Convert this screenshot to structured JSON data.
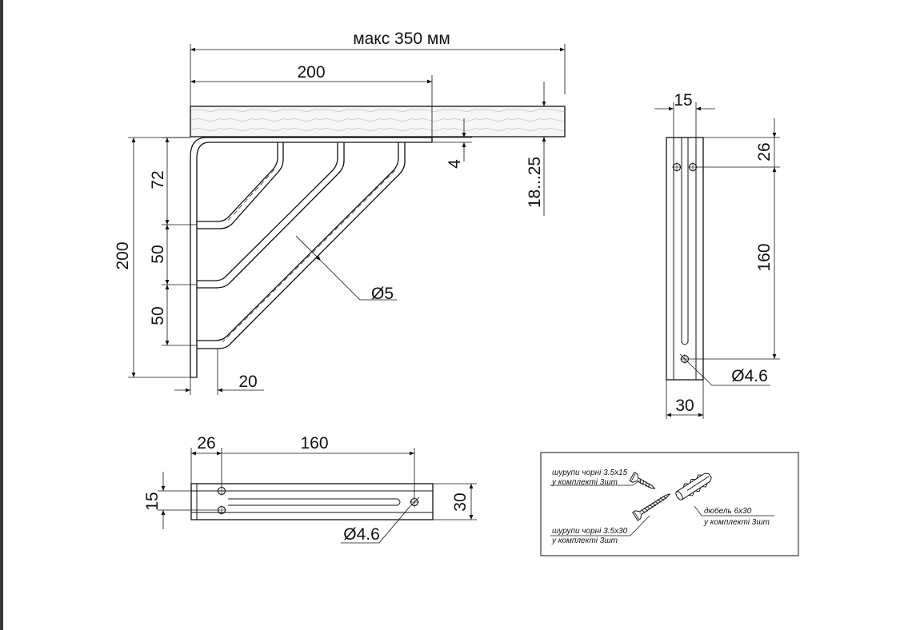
{
  "dimensions": {
    "max_length": "макс 350 мм",
    "shelf_depth": "200",
    "plate_thickness": "4",
    "shelf_thickness": "18...25",
    "dim_72": "72",
    "dim_50_upper": "50",
    "dim_50_lower": "50",
    "bracket_height": "200",
    "rod_diameter": "Ø5",
    "base_width": "20",
    "side_width_top": "15",
    "side_hole_offset": "26",
    "side_slot_length": "160",
    "side_hole_diameter": "Ø4.6",
    "side_width_bottom": "30",
    "top_offset": "26",
    "top_length": "160",
    "top_hole_spacing": "15",
    "top_width": "30",
    "top_hole_diameter": "Ø4.6"
  },
  "hardware": {
    "screw_short_line1": "шурупи чорні 3.5x15",
    "screw_short_line2": "у комплекті 3шт",
    "screw_long_line1": "шурупи чорні 3.5x30",
    "screw_long_line2": "у комплекті 3шт",
    "dowel_line1": "дюбель 6x30",
    "dowel_line2": "у комплекті 3шт"
  }
}
